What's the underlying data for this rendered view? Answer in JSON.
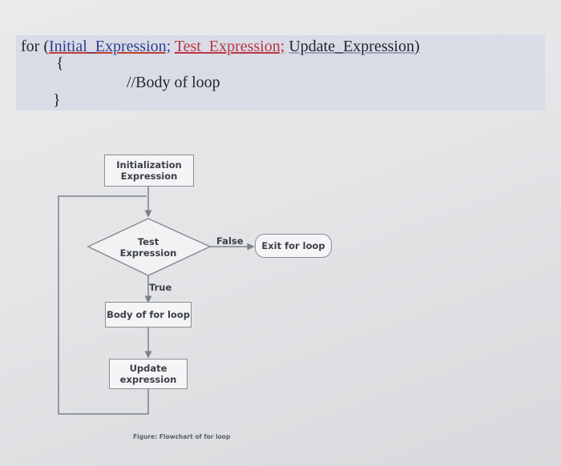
{
  "code": {
    "for_keyword": "for (",
    "init_expr": "Initial_Expression;",
    "test_expr": "Test_Expression;",
    "update_expr": "Update_Expression)",
    "open_brace": "{",
    "body_comment": "//Body of loop",
    "close_brace": "}"
  },
  "flowchart": {
    "init_box": "Initialization\nExpression",
    "test_diamond": "Test\nExpression",
    "false_label": "False",
    "exit_box": "Exit for loop",
    "true_label": "True",
    "body_box": "Body of for loop",
    "update_box": "Update\nexpression"
  },
  "caption": "Figure: Flowchart of for loop"
}
